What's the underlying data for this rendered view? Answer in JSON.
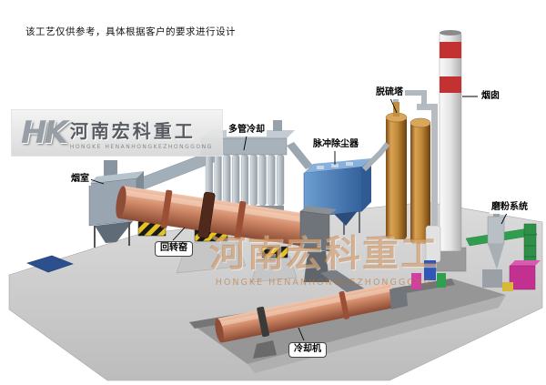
{
  "page": {
    "disclaimer": "该工艺仅供参考，具体根据客户的要求进行设计"
  },
  "logo": {
    "monogram": "HK",
    "company": "河南宏科重工",
    "tagline": "HONGKE HENANHONGKEZHONGGONG"
  },
  "watermark": {
    "text": "河南宏科重工",
    "subtext": "HONGKE HENANHONGKEZHONGGONG"
  },
  "equipment": {
    "smoke_chamber": {
      "label": "烟室"
    },
    "multi_tube_cooler": {
      "label": "多管冷却"
    },
    "pulse_dust_collector": {
      "label": "脉冲除尘器"
    },
    "desulfurization_tower": {
      "label": "脱硫塔"
    },
    "chimney": {
      "label": "烟囱"
    },
    "rotary_kiln": {
      "label": "回转窑"
    },
    "cooling_machine": {
      "label": "冷却机"
    },
    "grinding_system": {
      "label": "磨粉系统"
    }
  },
  "colors": {
    "kiln": "#d18a69",
    "dust_collector": "#4a7db8",
    "tower": "#c08a38",
    "chimney_band": "#c23232",
    "ground": "#c9c9c9",
    "hazard_yellow": "#e6c322",
    "watermark": "#ba6c28"
  }
}
